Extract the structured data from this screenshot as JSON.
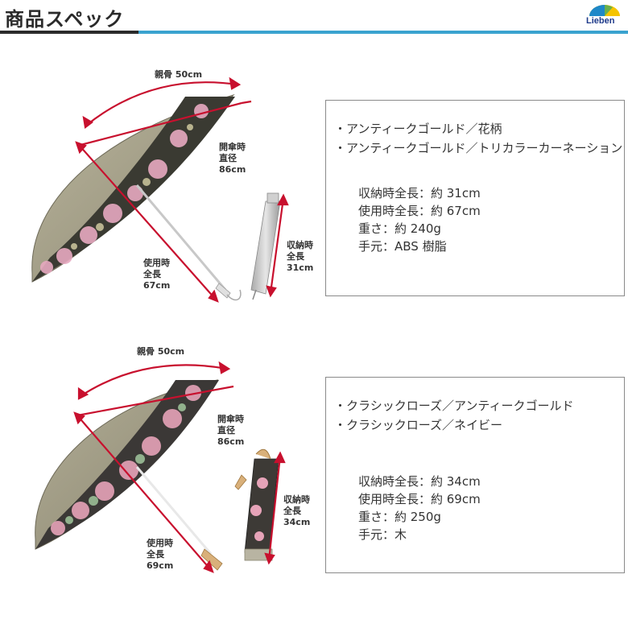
{
  "header": {
    "title": "商品スペック",
    "logo_text": "Lieben"
  },
  "products": [
    {
      "colors": [
        "・アンティークゴールド／花柄",
        "・アンティークゴールド／トリカラーカーネーション"
      ],
      "specs": [
        "収納時全長：約 31cm",
        "使用時全長：約 67cm",
        "重さ：約 240g",
        "手元：ABS 樹脂"
      ],
      "dims": {
        "rib": "親骨 50cm",
        "diameter": "開傘時\n直径\n86cm",
        "length_open": "使用時\n全長\n67cm",
        "length_closed": "収納時\n全長\n31cm"
      }
    },
    {
      "colors": [
        "・クラシックローズ／アンティークゴールド",
        "・クラシックローズ／ネイビー"
      ],
      "specs": [
        "収納時全長：約 34cm",
        "使用時全長：約 69cm",
        "重さ：約 250g",
        "手元：木"
      ],
      "dims": {
        "rib": "親骨 50cm",
        "diameter": "開傘時\n直径\n86cm",
        "length_open": "使用時\n全長\n69cm",
        "length_closed": "収納時\n全長\n34cm"
      }
    }
  ],
  "colors": {
    "accent_bar": "#3aa3cf",
    "dimension_line": "#c8102e"
  }
}
